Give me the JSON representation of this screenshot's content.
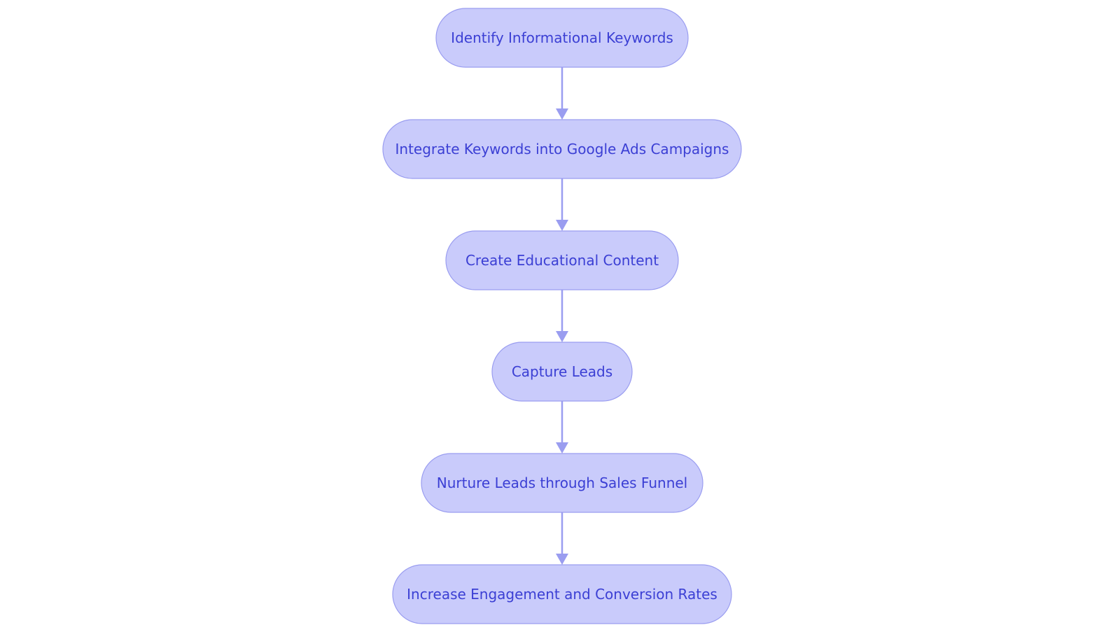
{
  "diagram": {
    "type": "flowchart",
    "direction": "top-to-bottom",
    "colors": {
      "node_fill": "#c9cbfb",
      "node_border": "#9a9df0",
      "node_text": "#3b3fd4",
      "edge": "#9a9df0",
      "background": "#ffffff"
    },
    "nodes": [
      {
        "id": "n1",
        "label": "Identify Informational Keywords"
      },
      {
        "id": "n2",
        "label": "Integrate Keywords into Google Ads Campaigns"
      },
      {
        "id": "n3",
        "label": "Create Educational Content"
      },
      {
        "id": "n4",
        "label": "Capture Leads"
      },
      {
        "id": "n5",
        "label": "Nurture Leads through Sales Funnel"
      },
      {
        "id": "n6",
        "label": "Increase Engagement and Conversion Rates"
      }
    ],
    "edges": [
      {
        "from": "n1",
        "to": "n2"
      },
      {
        "from": "n2",
        "to": "n3"
      },
      {
        "from": "n3",
        "to": "n4"
      },
      {
        "from": "n4",
        "to": "n5"
      },
      {
        "from": "n5",
        "to": "n6"
      }
    ]
  }
}
